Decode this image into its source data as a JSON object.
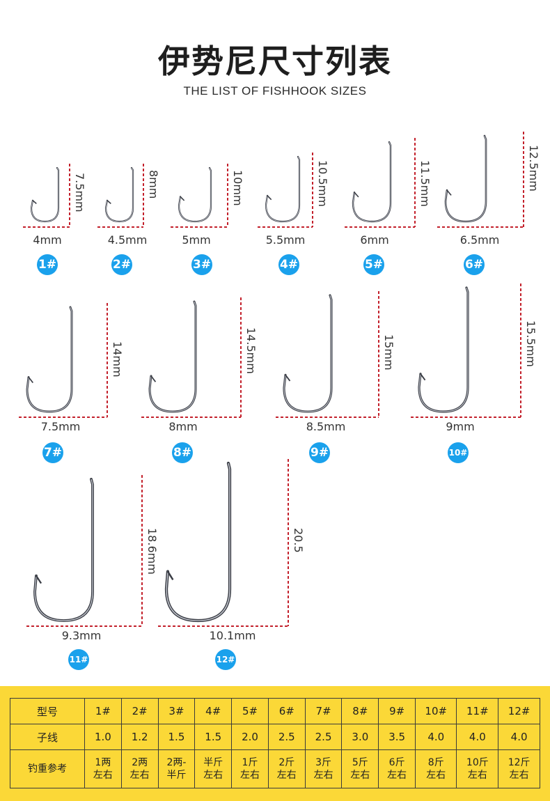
{
  "header": {
    "title": "伊势尼尺寸列表",
    "subtitle": "THE LIST OF FISHHOOK SIZES"
  },
  "colors": {
    "badge": "#1aa1ec",
    "dimension_line": "#c3202b",
    "table_bg": "#fbd837",
    "hook_steel": "#3a3d45"
  },
  "hooks": [
    {
      "badge": "1#",
      "width": "4mm",
      "length": "7.5mm"
    },
    {
      "badge": "2#",
      "width": "4.5mm",
      "length": "8mm"
    },
    {
      "badge": "3#",
      "width": "5mm",
      "length": "10mm"
    },
    {
      "badge": "4#",
      "width": "5.5mm",
      "length": "10.5mm"
    },
    {
      "badge": "5#",
      "width": "6mm",
      "length": "11.5mm"
    },
    {
      "badge": "6#",
      "width": "6.5mm",
      "length": "12.5mm"
    },
    {
      "badge": "7#",
      "width": "7.5mm",
      "length": "14mm"
    },
    {
      "badge": "8#",
      "width": "8mm",
      "length": "14.5mm"
    },
    {
      "badge": "9#",
      "width": "8.5mm",
      "length": "15mm"
    },
    {
      "badge": "10#",
      "width": "9mm",
      "length": "15.5mm"
    },
    {
      "badge": "11#",
      "width": "9.3mm",
      "length": "18.6mm"
    },
    {
      "badge": "12#",
      "width": "10.1mm",
      "length": "20.5"
    }
  ],
  "table": {
    "rows": [
      {
        "header": "型号",
        "cells": [
          "1#",
          "2#",
          "3#",
          "4#",
          "5#",
          "6#",
          "7#",
          "8#",
          "9#",
          "10#",
          "11#",
          "12#"
        ]
      },
      {
        "header": "子线",
        "cells": [
          "1.0",
          "1.2",
          "1.5",
          "1.5",
          "2.0",
          "2.5",
          "2.5",
          "3.0",
          "3.5",
          "4.0",
          "4.0",
          "4.0"
        ]
      },
      {
        "header": "钓重参考",
        "cells": [
          [
            "1两",
            "左右"
          ],
          [
            "2两",
            "左右"
          ],
          [
            "2两-",
            "半斤"
          ],
          [
            "半斤",
            "左右"
          ],
          [
            "1斤",
            "左右"
          ],
          [
            "2斤",
            "左右"
          ],
          [
            "3斤",
            "左右"
          ],
          [
            "5斤",
            "左右"
          ],
          [
            "6斤",
            "左右"
          ],
          [
            "8斤",
            "左右"
          ],
          [
            "10斤",
            "左右"
          ],
          [
            "12斤",
            "左右"
          ]
        ]
      }
    ]
  }
}
